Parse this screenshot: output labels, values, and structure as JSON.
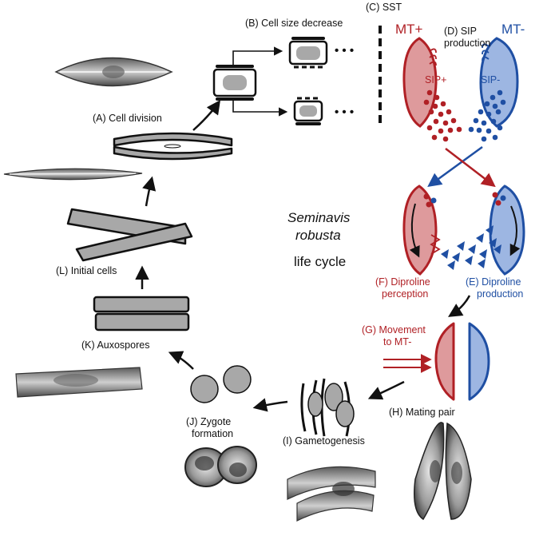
{
  "labels": {
    "a": "(A) Cell division",
    "b": "(B) Cell size decrease",
    "c": "(C) SST",
    "d1": "(D) SIP",
    "d2": "production",
    "mt_plus": "MT+",
    "mt_minus": "MT-",
    "sip_plus": "SIP+",
    "sip_minus": "SIP-",
    "e1": "(E) Diproline",
    "e2": "production",
    "f1": "(F) Diproline",
    "f2": "perception",
    "g1": "(G) Movement",
    "g2": "to MT-",
    "h": "(H) Mating pair",
    "i": "(I) Gametogenesis",
    "j1": "(J) Zygote",
    "j2": "formation",
    "k": "(K) Auxospores",
    "l": "(L) Initial cells",
    "ellipsis": "• • •"
  },
  "title": {
    "line1": "Seminavis",
    "line2": "robusta",
    "line3": "life cycle"
  },
  "colors": {
    "mt_plus_fill": "#de9a9c",
    "mt_plus_stroke": "#b02025",
    "mt_minus_fill": "#9db6e2",
    "mt_minus_stroke": "#1f4fa3",
    "cell_fill": "#a8a8a8",
    "outline": "#111111"
  }
}
